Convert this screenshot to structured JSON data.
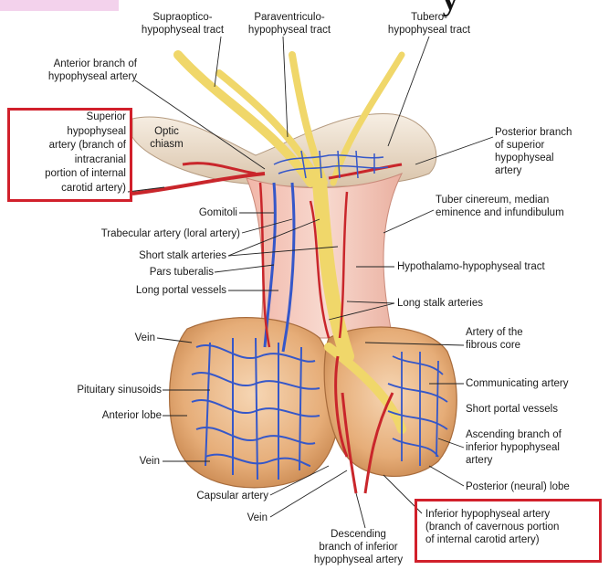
{
  "header": {
    "partial_title": "‘’y"
  },
  "labels": {
    "supraoptico": "Supraoptico-\nhypophyseal tract",
    "paraventriculo": "Paraventriculo-\nhypophyseal tract",
    "tubero": "Tubero-\nhypophyseal tract",
    "anterior_branch": "Anterior branch of\nhypophyseal artery",
    "superior_hypophyseal": "Superior\nhypophyseal\nartery (branch of\nintracranial\nportion of internal\ncarotid artery)",
    "optic_chiasm": "Optic\nchiasm",
    "posterior_branch": "Posterior branch\nof superior\nhypophyseal\nartery",
    "tuber_cinereum": "Tuber cinereum, median\neminence and infundibulum",
    "gomitoli": "Gomitoli",
    "trabecular": "Trabecular artery (loral artery)",
    "short_stalk": "Short stalk arteries",
    "pars_tuberalis": "Pars tuberalis",
    "long_portal": "Long portal vessels",
    "hypothalamo": "Hypothalamo-hypophyseal tract",
    "long_stalk": "Long stalk arteries",
    "vein_top": "Vein",
    "artery_fibrous": "Artery of the\nfibrous core",
    "pituitary_sinusoids": "Pituitary sinusoids",
    "communicating": "Communicating artery",
    "anterior_lobe": "Anterior lobe",
    "short_portal": "Short portal vessels",
    "ascending_branch": "Ascending branch of\ninferior hypophyseal\nartery",
    "vein_mid": "Vein",
    "posterior_lobe": "Posterior (neural) lobe",
    "capsular": "Capsular artery",
    "vein_bottom": "Vein",
    "inferior_hypophyseal": "Inferior hypophyseal artery\n(branch of cavernous portion\nof internal carotid artery)",
    "descending_branch": "Descending\nbranch of inferior\nhypophyseal artery"
  },
  "colors": {
    "highlight_box": "#d1202b",
    "artery": "#c9262b",
    "vein": "#3557c9",
    "nerve_tract": "#f2df6e",
    "lobe": "#e6b07c",
    "stalk": "#f2c2b4"
  }
}
